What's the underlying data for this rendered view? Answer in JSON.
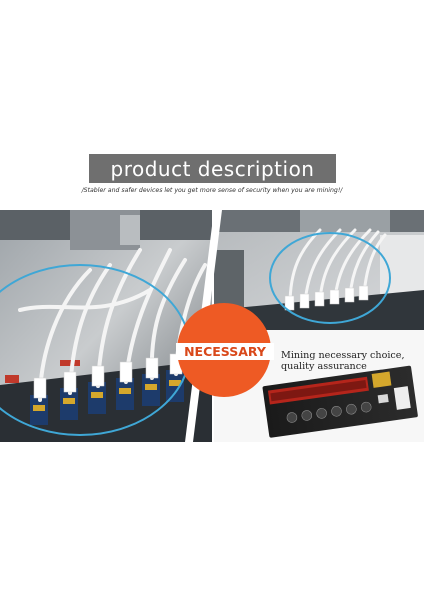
{
  "header": {
    "title": "product description",
    "subtitle": "/Stabler and safer devices let you get more sense of security when you are mining!/"
  },
  "badge": {
    "label": "NECESSARY"
  },
  "slogan": {
    "line1": "Mining necessary choice,",
    "line2": "quality assurance"
  },
  "colors": {
    "banner": "#6f6f6f",
    "badge": "#ee5a24",
    "badge_label_bg": "#ffffff",
    "badge_label_text": "#d9481a",
    "highlight_ring": "#3fa7d6",
    "pcb": "#1e1e1e",
    "pcie_slot": "#b5251b",
    "usb_cable": "#f4f4f4"
  },
  "icons": {
    "left_photo": "mining-rig-risers-photo",
    "right_photo": "mining-rig-risers-photo",
    "product": "pcie-riser-card"
  }
}
